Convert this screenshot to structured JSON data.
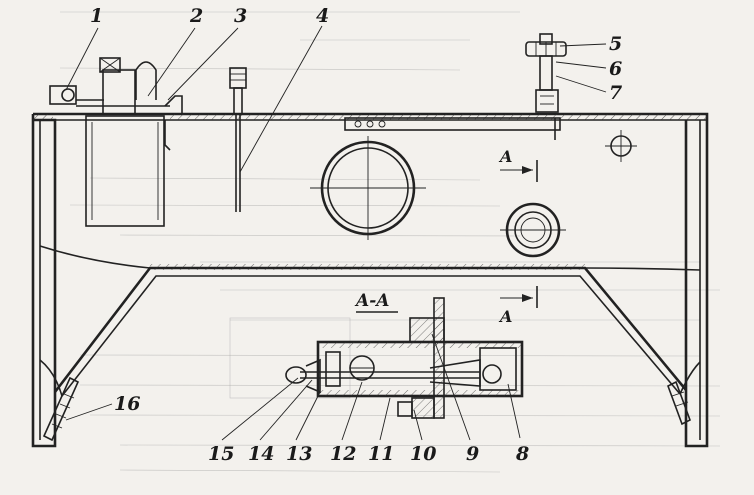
{
  "callouts": [
    {
      "id": "c1",
      "label": "1"
    },
    {
      "id": "c2",
      "label": "2"
    },
    {
      "id": "c3",
      "label": "3"
    },
    {
      "id": "c4",
      "label": "4"
    },
    {
      "id": "c5",
      "label": "5"
    },
    {
      "id": "c6",
      "label": "6"
    },
    {
      "id": "c7",
      "label": "7"
    },
    {
      "id": "c8",
      "label": "8"
    },
    {
      "id": "c9",
      "label": "9"
    },
    {
      "id": "c10",
      "label": "10"
    },
    {
      "id": "c11",
      "label": "11"
    },
    {
      "id": "c12",
      "label": "12"
    },
    {
      "id": "c13",
      "label": "13"
    },
    {
      "id": "c14",
      "label": "14"
    },
    {
      "id": "c15",
      "label": "15"
    },
    {
      "id": "c16",
      "label": "16"
    }
  ],
  "section_label": "A-A",
  "section_arrows": [
    "A",
    "A"
  ],
  "colors": {
    "paper": "#f3f1ed",
    "ink": "#222222"
  }
}
